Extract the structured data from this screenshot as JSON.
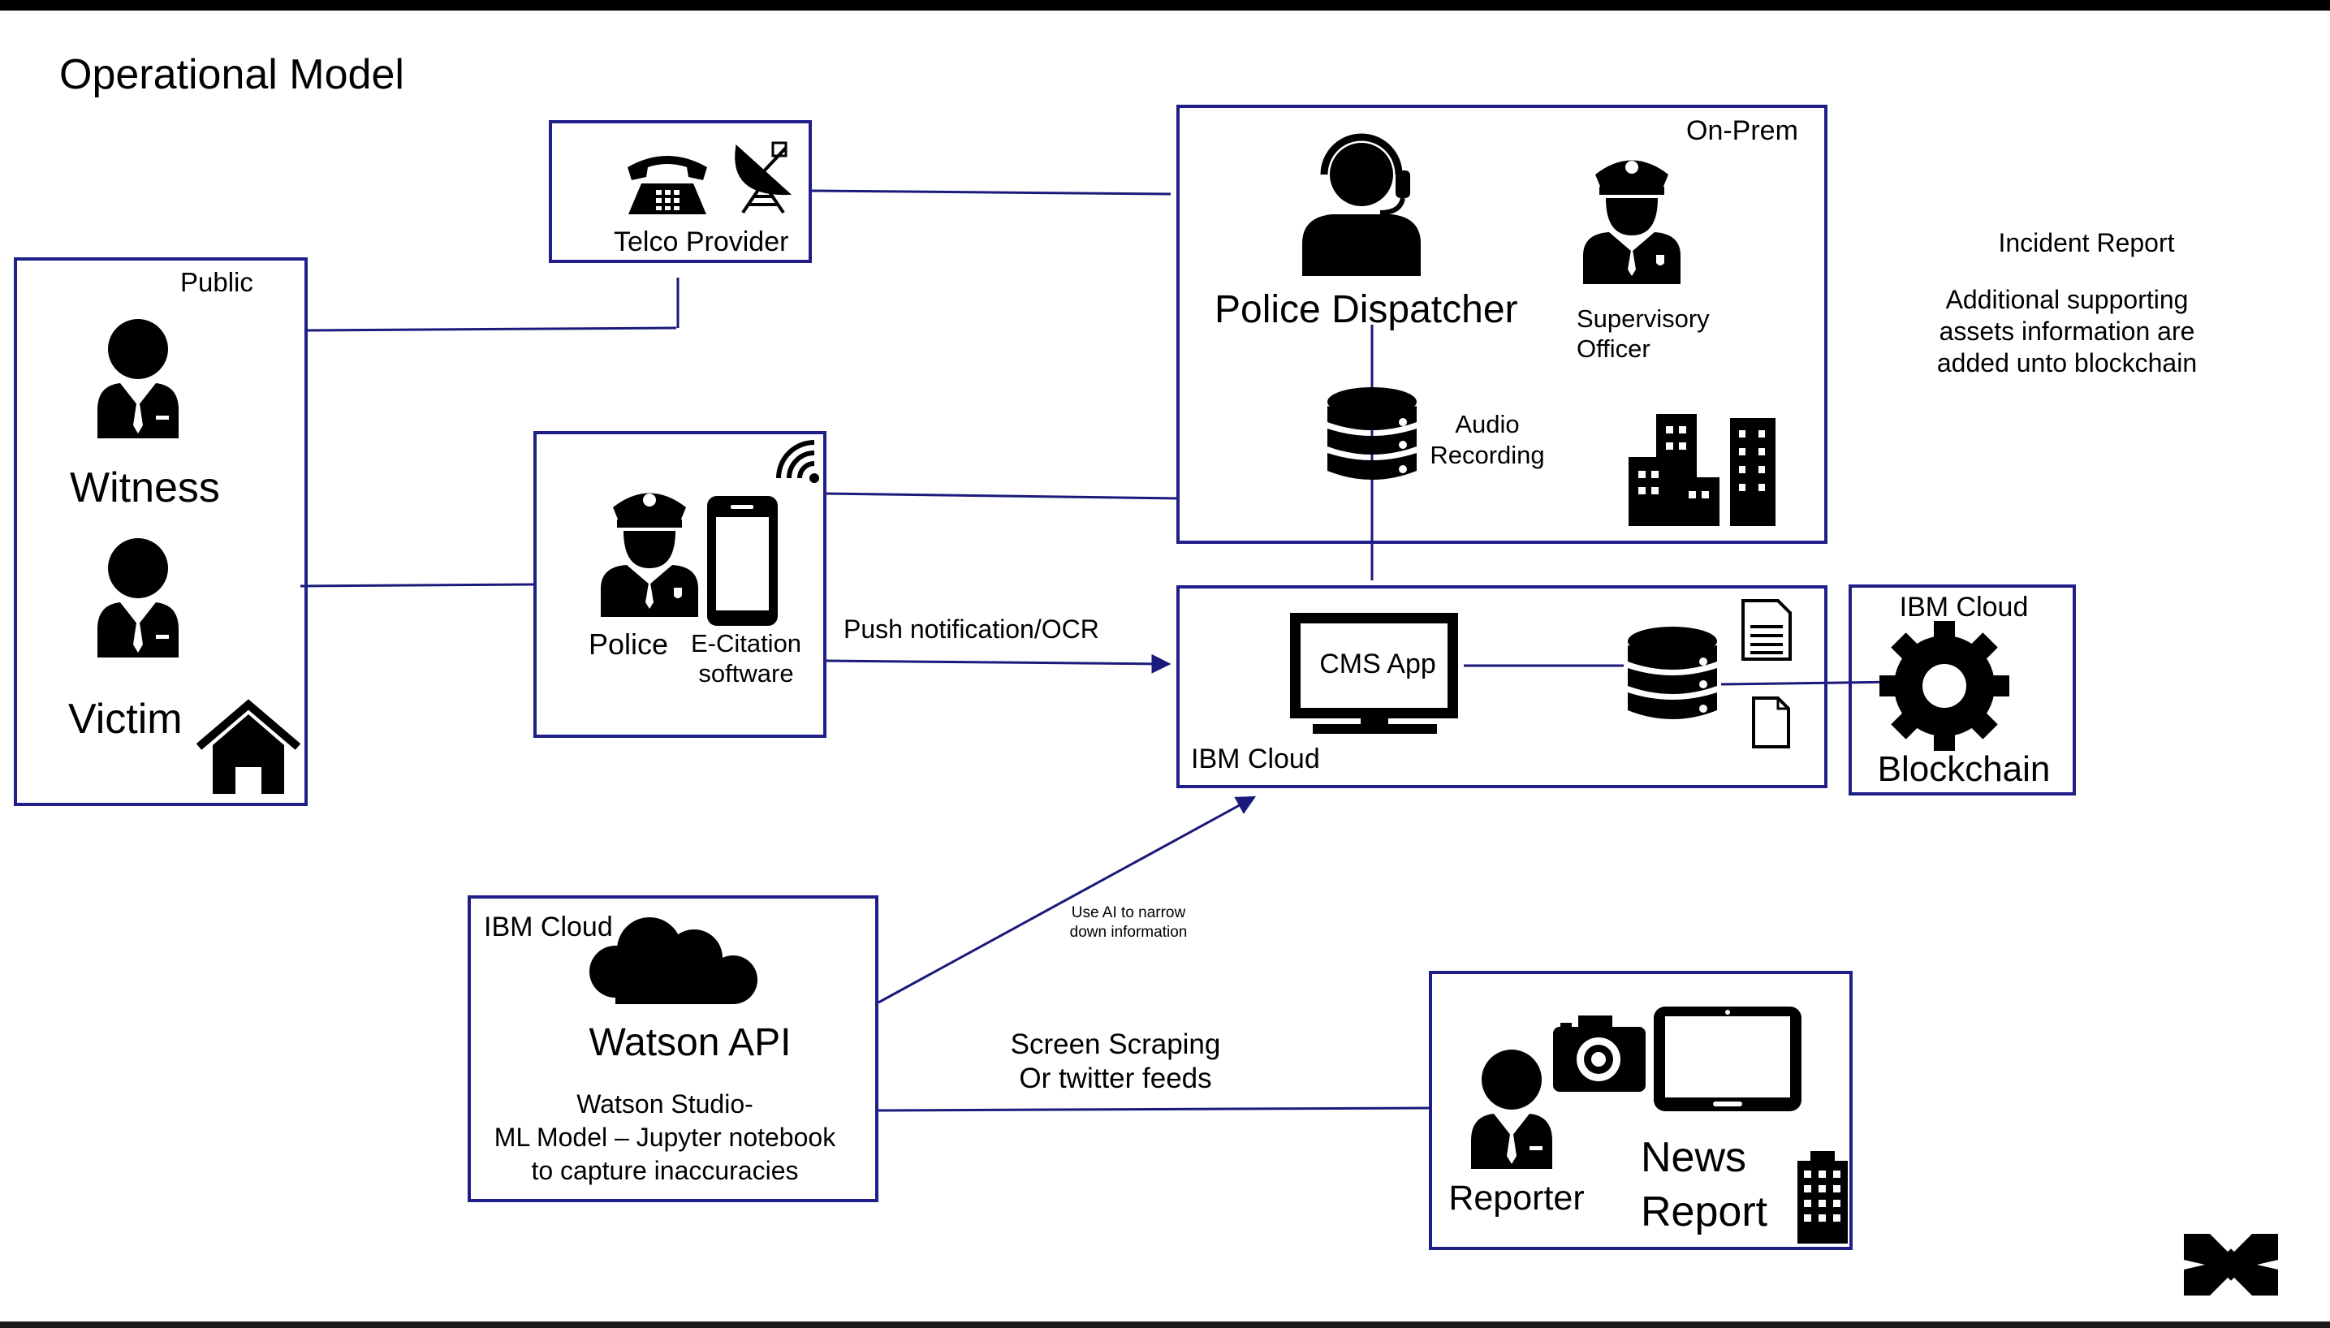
{
  "title": "Operational Model",
  "colors": {
    "box_border": "#1f1f8a",
    "line": "#1a1a7a",
    "icon": "#000000",
    "background": "#ffffff"
  },
  "boxes": {
    "public": {
      "label": "Public",
      "witness": "Witness",
      "victim": "Victim"
    },
    "telco": {
      "label": "Telco Provider"
    },
    "police": {
      "police": "Police",
      "ecitation_1": "E-Citation",
      "ecitation_2": "software"
    },
    "onprem": {
      "label": "On-Prem",
      "dispatcher": "Police Dispatcher",
      "supervisory_1": "Supervisory",
      "supervisory_2": "Officer",
      "audio_1": "Audio",
      "audio_2": "Recording"
    },
    "cms": {
      "label": "IBM Cloud",
      "app": "CMS App"
    },
    "blockchain": {
      "label": "IBM Cloud",
      "name": "Blockchain"
    },
    "watson": {
      "label": "IBM Cloud",
      "api": "Watson API",
      "desc_1": "Watson Studio-",
      "desc_2": "ML Model – Jupyter notebook",
      "desc_3": "to capture inaccuracies"
    },
    "news": {
      "reporter": "Reporter",
      "news_1": "News",
      "news_2": "Report"
    }
  },
  "annotations": {
    "incident_title": "Incident Report",
    "incident_1": "Additional supporting",
    "incident_2": "assets information are",
    "incident_3": "added unto blockchain",
    "push": "Push notification/OCR",
    "ai_1": "Use AI to narrow",
    "ai_2": "down information",
    "scrape_1": "Screen Scraping",
    "scrape_2": "Or twitter feeds"
  },
  "icons": [
    "telephone-icon",
    "satellite-dish-icon",
    "person-icon",
    "house-icon",
    "police-officer-icon",
    "smartphone-icon",
    "wifi-signal-icon",
    "headset-person-icon",
    "database-icon",
    "buildings-icon",
    "monitor-icon",
    "document-icon",
    "gear-icon",
    "cloud-icon",
    "camera-icon",
    "tablet-icon",
    "office-building-icon",
    "logo-mark"
  ]
}
